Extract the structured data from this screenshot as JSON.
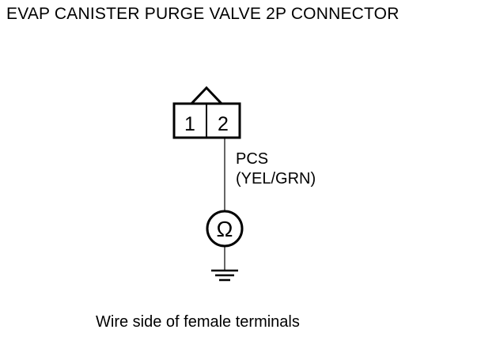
{
  "title": "EVAP CANISTER PURGE VALVE 2P CONNECTOR",
  "connector": {
    "terminals": [
      {
        "number": "1"
      },
      {
        "number": "2"
      }
    ]
  },
  "wire": {
    "signal": "PCS",
    "color": "(YEL/GRN)"
  },
  "meter": {
    "symbol": "Ω"
  },
  "caption": "Wire side of female terminals"
}
